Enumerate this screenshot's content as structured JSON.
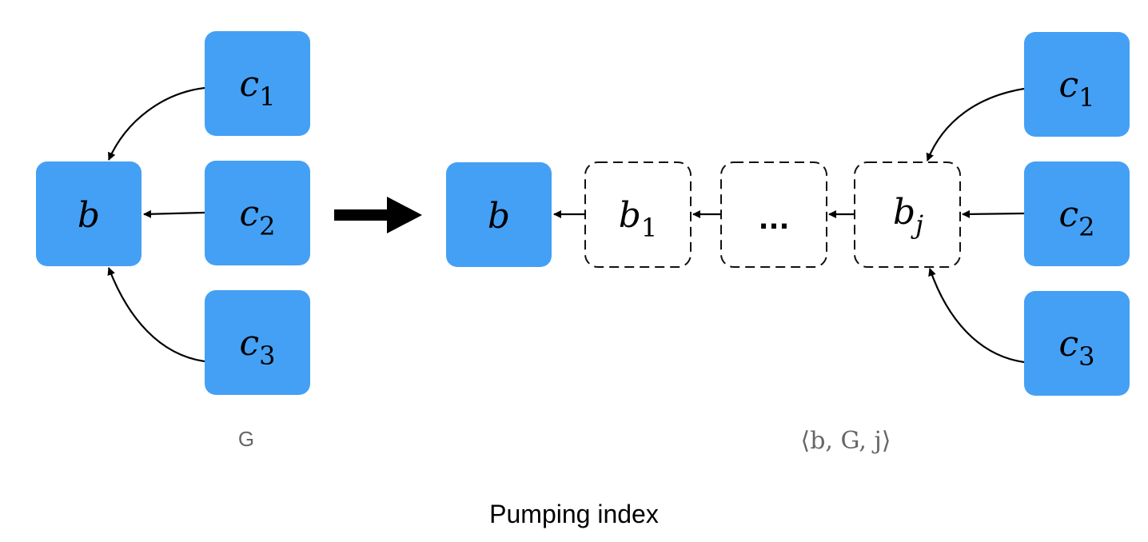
{
  "colors": {
    "node_fill": "#44a0f4",
    "edge": "#000000",
    "caption": "#666666"
  },
  "left_graph": {
    "caption": "G",
    "nodes": {
      "b": "b",
      "c1": {
        "base": "c",
        "sub": "1"
      },
      "c2": {
        "base": "c",
        "sub": "2"
      },
      "c3": {
        "base": "c",
        "sub": "3"
      }
    }
  },
  "right_graph": {
    "caption": "⟨b, G, j⟩",
    "nodes": {
      "b": "b",
      "b1": {
        "base": "b",
        "sub": "1"
      },
      "ellipsis": "...",
      "bj": {
        "base": "b",
        "sub": "j"
      },
      "c1": {
        "base": "c",
        "sub": "1"
      },
      "c2": {
        "base": "c",
        "sub": "2"
      },
      "c3": {
        "base": "c",
        "sub": "3"
      }
    }
  },
  "title": "Pumping index"
}
